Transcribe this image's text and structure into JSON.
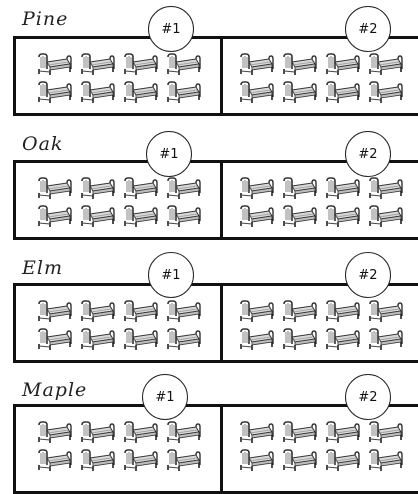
{
  "cabins": [
    {
      "name": "Pine",
      "rooms": [
        {
          "label": "#1",
          "beds": 8
        },
        {
          "label": "#2",
          "beds": 8
        }
      ]
    },
    {
      "name": "Oak",
      "rooms": [
        {
          "label": "#1",
          "beds": 8
        },
        {
          "label": "#2",
          "beds": 8
        }
      ]
    },
    {
      "name": "Elm",
      "rooms": [
        {
          "label": "#1",
          "beds": 8
        },
        {
          "label": "#2",
          "beds": 8
        }
      ]
    },
    {
      "name": "Maple",
      "rooms": [
        {
          "label": "#1",
          "beds": 8
        },
        {
          "label": "#2",
          "beds": 8
        }
      ]
    }
  ],
  "icons": {
    "bed": "bed-icon"
  }
}
